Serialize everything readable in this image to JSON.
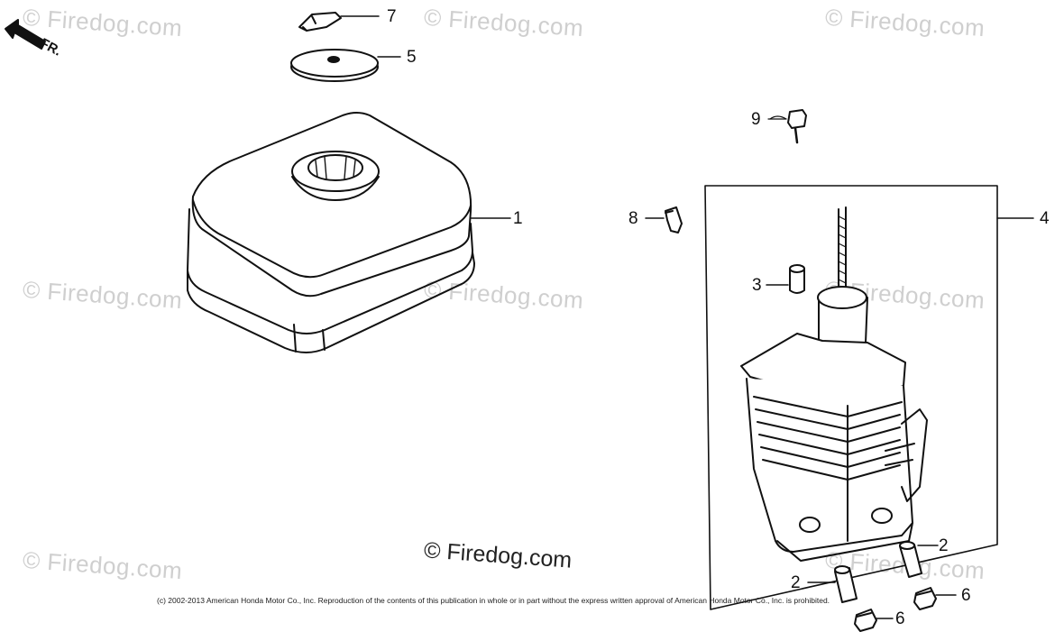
{
  "watermark_text": "© Firedog.com",
  "center_watermark_text": "© Firedog.com",
  "direction_label": "FR.",
  "copyright": "(c) 2002-2013 American Honda Motor Co., Inc. Reproduction of the contents of this publication in whole or in part without the express written approval of American Honda Motor Co., Inc. is prohibited.",
  "callouts": {
    "tank": "1",
    "pipe_a": "2",
    "pipe_b": "2",
    "cap": "3",
    "assembly": "4",
    "cover": "5",
    "plug_a": "6",
    "plug_b": "6",
    "lever": "7",
    "nipple": "8",
    "screw": "9"
  }
}
